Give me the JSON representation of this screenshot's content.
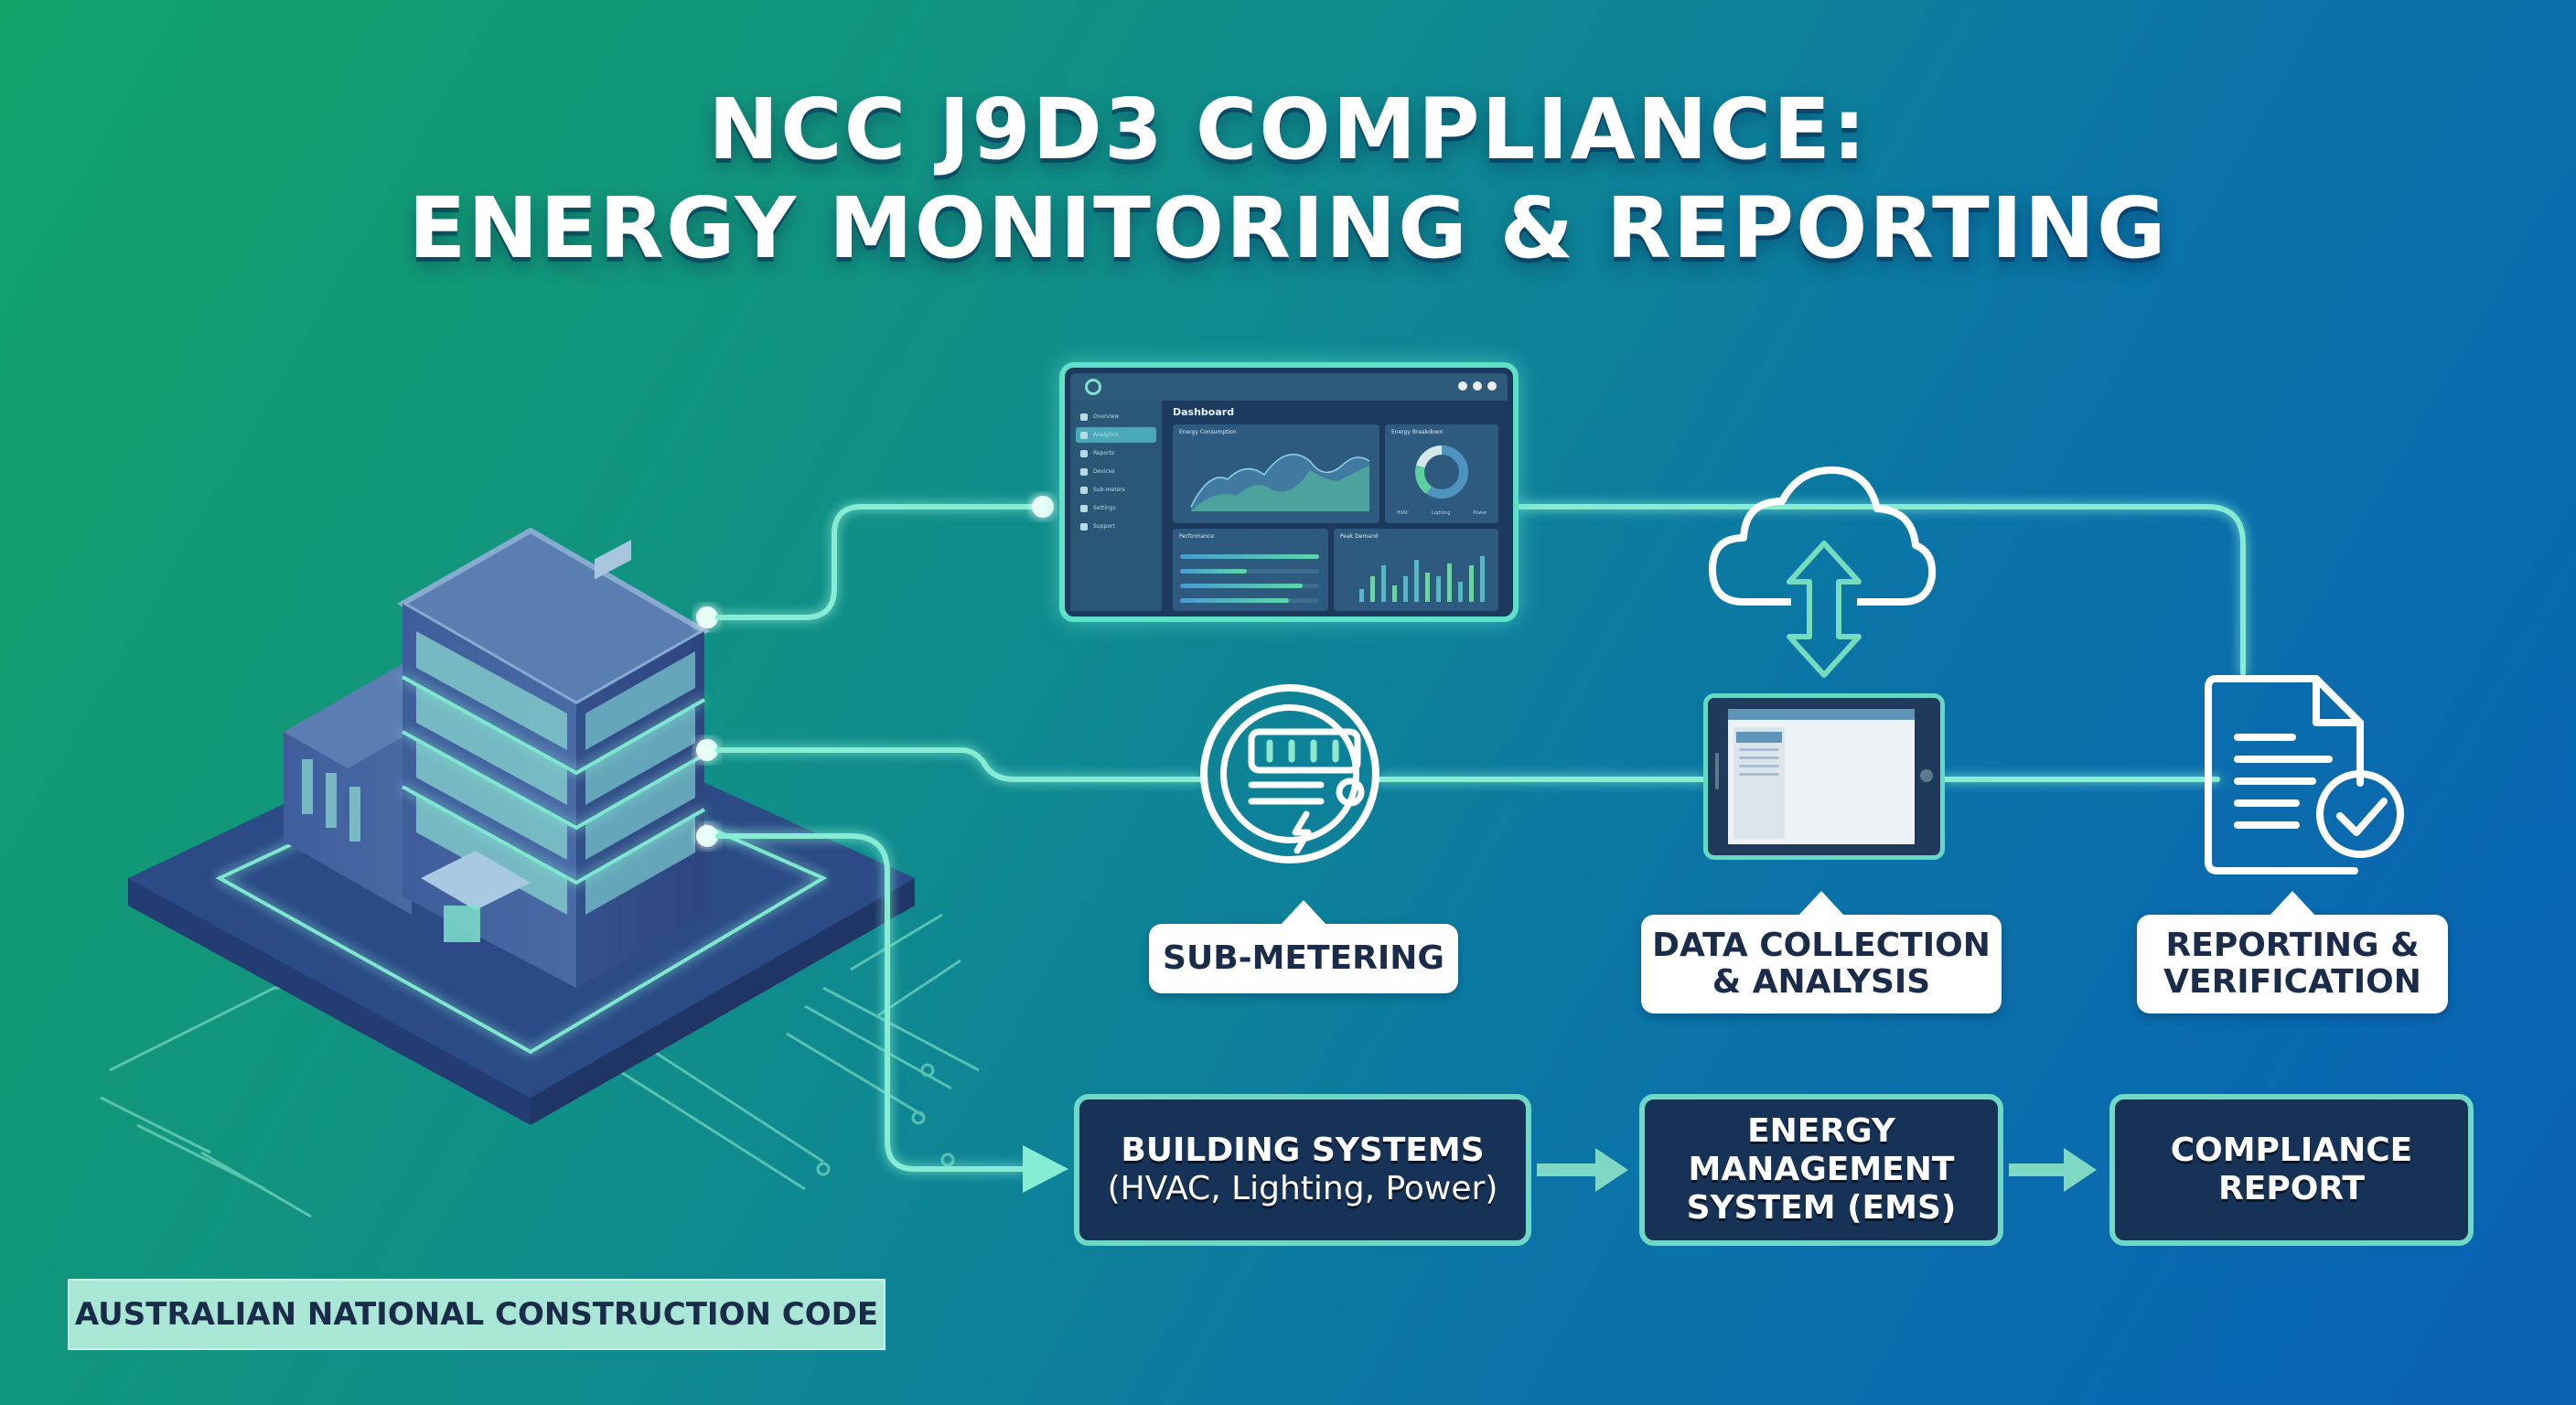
{
  "title": {
    "line1": "NCC J9D3 COMPLIANCE:",
    "line2": "ENERGY MONITORING & REPORTING"
  },
  "colors": {
    "background_left": "#12a26a",
    "background_right": "#0960b4",
    "connector": "#7fe6cf",
    "box_fill": "#163257",
    "box_border": "#6fd8c6",
    "label_bg": "#ffffff",
    "label_text": "#1a2c4a",
    "footer_bg": "#a9e6d6"
  },
  "dashboard": {
    "heading": "Dashboard",
    "sidebar_items": [
      "Overview",
      "Analytics",
      "Reports",
      "Devices",
      "Sub-meters",
      "Settings",
      "Support"
    ],
    "active_item_index": 1,
    "window_controls": 3,
    "cards": [
      "Energy Consumption",
      "Energy Breakdown",
      "Performance",
      "Peak Demand"
    ],
    "donut_legend": [
      "HVAC",
      "Lighting",
      "Power"
    ]
  },
  "stages": [
    {
      "id": "sub-metering",
      "label": "SUB-METERING",
      "icon": "electric-meter-icon"
    },
    {
      "id": "data-collection",
      "label_lines": [
        "DATA COLLECTION",
        "& ANALYSIS"
      ],
      "icon": "cloud-sync-tablet-icon"
    },
    {
      "id": "reporting",
      "label_lines": [
        "REPORTING &",
        "VERIFICATION"
      ],
      "icon": "document-check-icon"
    }
  ],
  "flow": [
    {
      "lines": [
        "BUILDING SYSTEMS"
      ],
      "sub": "(HVAC, Lighting, Power)"
    },
    {
      "lines": [
        "ENERGY",
        "MANAGEMENT",
        "SYSTEM (EMS)"
      ]
    },
    {
      "lines": [
        "COMPLIANCE",
        "REPORT"
      ]
    }
  ],
  "footer": {
    "label": "AUSTRALIAN NATIONAL CONSTRUCTION CODE"
  }
}
